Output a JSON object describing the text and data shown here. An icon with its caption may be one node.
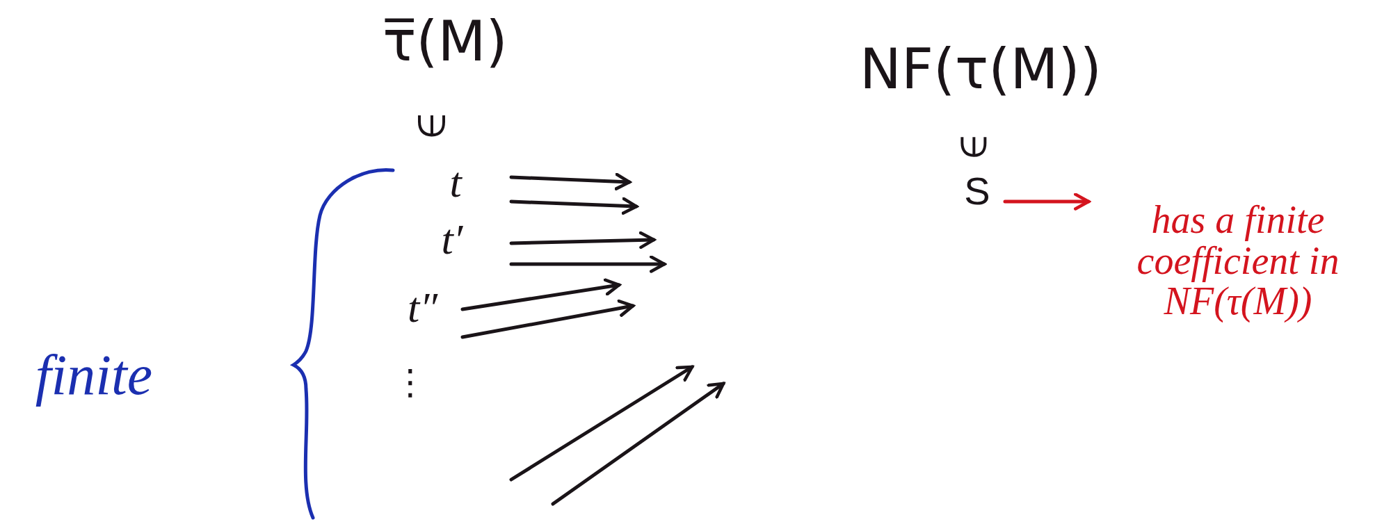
{
  "diagram": {
    "nodes": [
      {
        "text": [
          "t"
        ]
      },
      {
        "text": [
          "t′"
        ]
      },
      {
        "text": [
          "t″"
        ]
      },
      {
        "text": [
          "⋮"
        ]
      },
      {
        "text": [
          "S"
        ]
      },
      {
        "text": [
          "has a finite coefficient in NF(τ(M))"
        ]
      }
    ],
    "edges": [
      {
        "from": 0,
        "to": null,
        "arrow": "to"
      },
      {
        "from": 0,
        "to": null,
        "arrow": "to"
      },
      {
        "from": 1,
        "to": null,
        "arrow": "to"
      },
      {
        "from": 1,
        "to": null,
        "arrow": "to"
      },
      {
        "from": 2,
        "to": null,
        "arrow": "to"
      },
      {
        "from": 2,
        "to": null,
        "arrow": "to"
      },
      {
        "from": 4,
        "to": 5,
        "arrow": "to",
        "color": "#d4141e"
      }
    ],
    "labels": [
      "τ̅(M)",
      "⟒",
      "NF(τ(M))",
      "⟒",
      "finite"
    ]
  }
}
